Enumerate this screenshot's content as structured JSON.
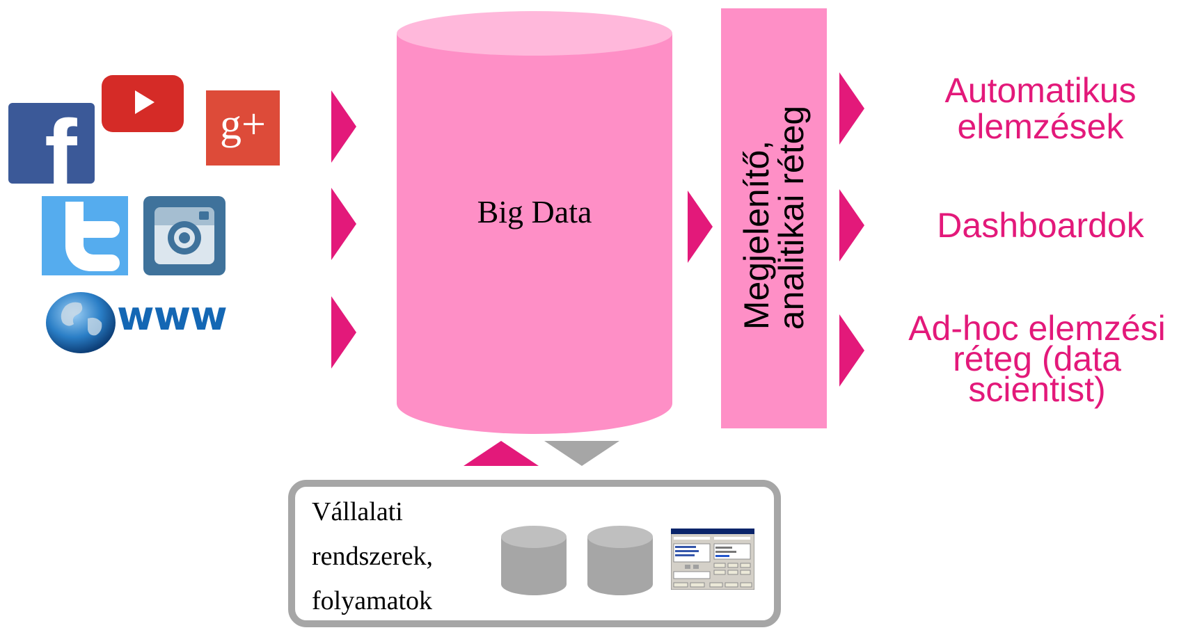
{
  "big_data": {
    "label": "Big Data"
  },
  "layer": {
    "line1": "Megjelenítő,",
    "line2": "analitikai réteg"
  },
  "outputs": {
    "automatic": {
      "line1": "Automatikus",
      "line2": "elemzések"
    },
    "dashboards": {
      "line1": "Dashboardok"
    },
    "adhoc": {
      "line1": "Ad-hoc elemzési",
      "line2": "réteg (data",
      "line3": "scientist)"
    }
  },
  "enterprise": {
    "line1": "Vállalati",
    "line2": "rendszerek,",
    "line3": "folyamatok"
  },
  "sources": [
    {
      "name": "facebook",
      "icon": "facebook-icon",
      "text": "f"
    },
    {
      "name": "youtube",
      "icon": "youtube-icon"
    },
    {
      "name": "google-plus",
      "icon": "google-plus-icon",
      "text": "g+"
    },
    {
      "name": "twitter",
      "icon": "twitter-icon"
    },
    {
      "name": "instagram",
      "icon": "instagram-icon"
    },
    {
      "name": "web",
      "icon": "globe-icon",
      "text": "www"
    }
  ],
  "colors": {
    "accent": "#e3197a",
    "cylinder": "#fe8fc6",
    "cylinder_top": "#ffb8db",
    "layer": "#fe8fc6",
    "gray": "#a6a6a6",
    "enterprise_border": "#a6a6a6"
  }
}
